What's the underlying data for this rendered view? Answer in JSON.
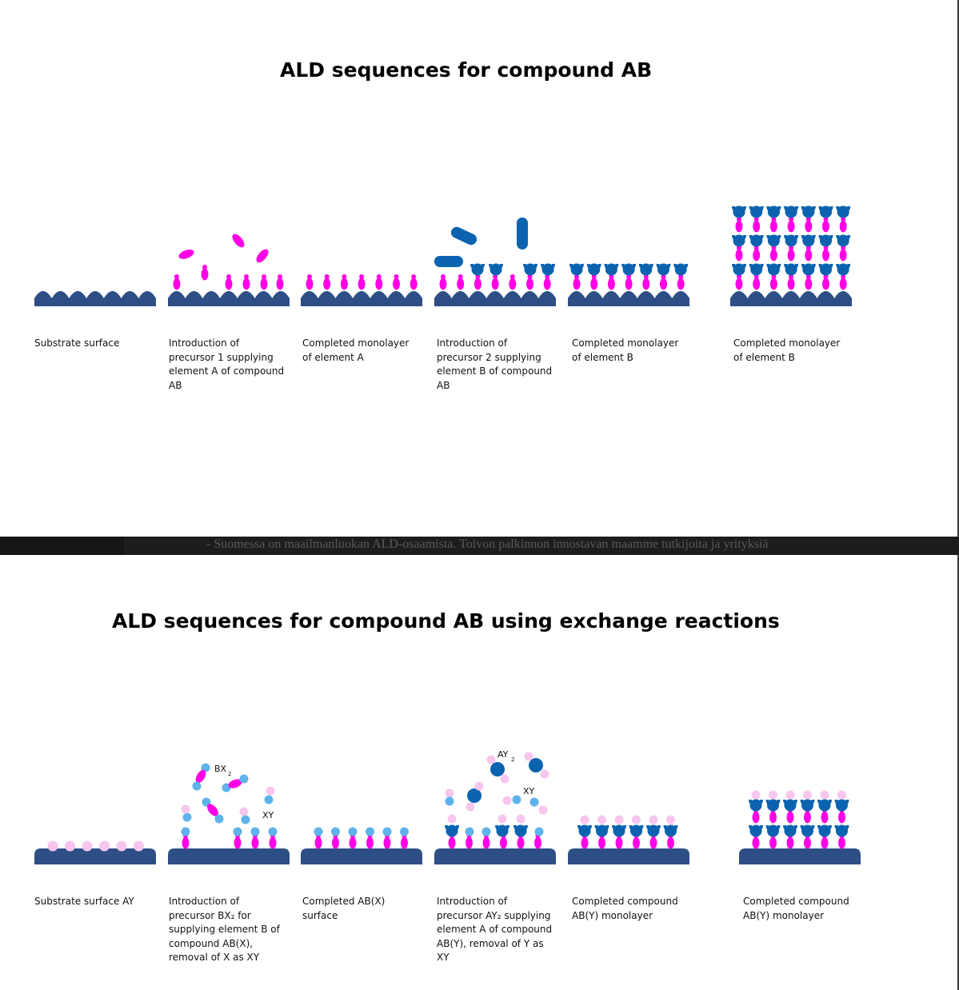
{
  "panels": [
    {
      "title": "ALD sequences for compound AB",
      "captions": [
        "Substrate surface",
        "Introduction of\nprecursor 1 supplying\nelement A of compound\nAB",
        "Completed monolayer\nof element A",
        "Introduction of\nprecursor 2 supplying\nelement B of compound\nAB",
        "Completed monolayer\nof element B",
        "Completed monolayer\nof element B"
      ]
    },
    {
      "title": "ALD sequences for compound AB using exchange reactions",
      "captions": [
        "Substrate surface AY",
        "Introduction of\nprecursor BX₂ for\nsupplying element B of\ncompound AB(X),\nremoval of X as XY",
        "Completed AB(X)\nsurface",
        "Introduction of\nprecursor AY₂ supplying\nelement A of compound\nAB(Y), removal of Y as\nXY",
        "Completed compound\nAB(Y) monolayer",
        "Completed compound\nAB(Y) monolayer"
      ],
      "labels": {
        "bx2": "BX",
        "bx2_sub": "2",
        "xy_1": "XY",
        "ay2": "AY",
        "ay2_sub": "2",
        "xy_2": "XY"
      }
    }
  ],
  "banner": {
    "text": "- Suomessa on maailmanluokan ALD-osaamista. Toivon palkinnon innostavan maamme tutkijoita ja yrityksiä"
  },
  "colors": {
    "substrate": "#2e4f86",
    "element_a": "#ff00e6",
    "element_b": "#0b63b0",
    "ligand_x": "#5db3ea",
    "ligand_y": "#f7c6ee"
  }
}
